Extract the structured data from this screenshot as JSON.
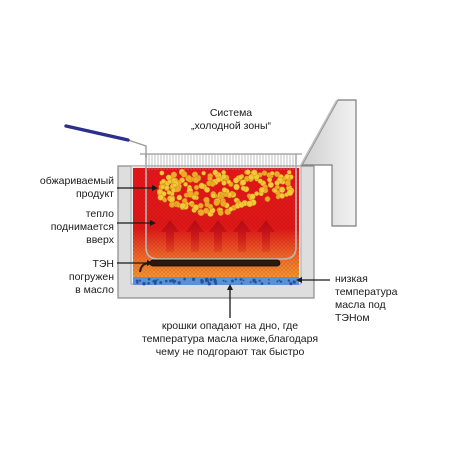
{
  "labels": {
    "cold_zone": [
      "Система",
      "„холодной зоны“"
    ],
    "fried_product": [
      "обжариваемый",
      "продукт"
    ],
    "heat_rises": [
      "тепло",
      "поднимается",
      "вверх"
    ],
    "heating_element": [
      "ТЭН",
      "погружен",
      "в масло"
    ],
    "low_temp": [
      "низкая",
      "температура",
      "масла под",
      "ТЭНом"
    ],
    "crumbs": [
      "крошки опадают на дно, где",
      "температура масла ниже,благодаря",
      "чему не подгорают так быстро"
    ]
  },
  "colors": {
    "tank_body": "#dcdcdc",
    "tank_outline": "#8a8a8a",
    "oil_hot": "#e21a1a",
    "oil_warm": "#f08a2a",
    "cold_zone_water": "#5b8fd6",
    "food": "#f3c73a",
    "heating_element": "#2a1a12",
    "handle": "#2c2f8c",
    "arrows": "#c8101a",
    "leader_line": "#1a1a1a"
  }
}
